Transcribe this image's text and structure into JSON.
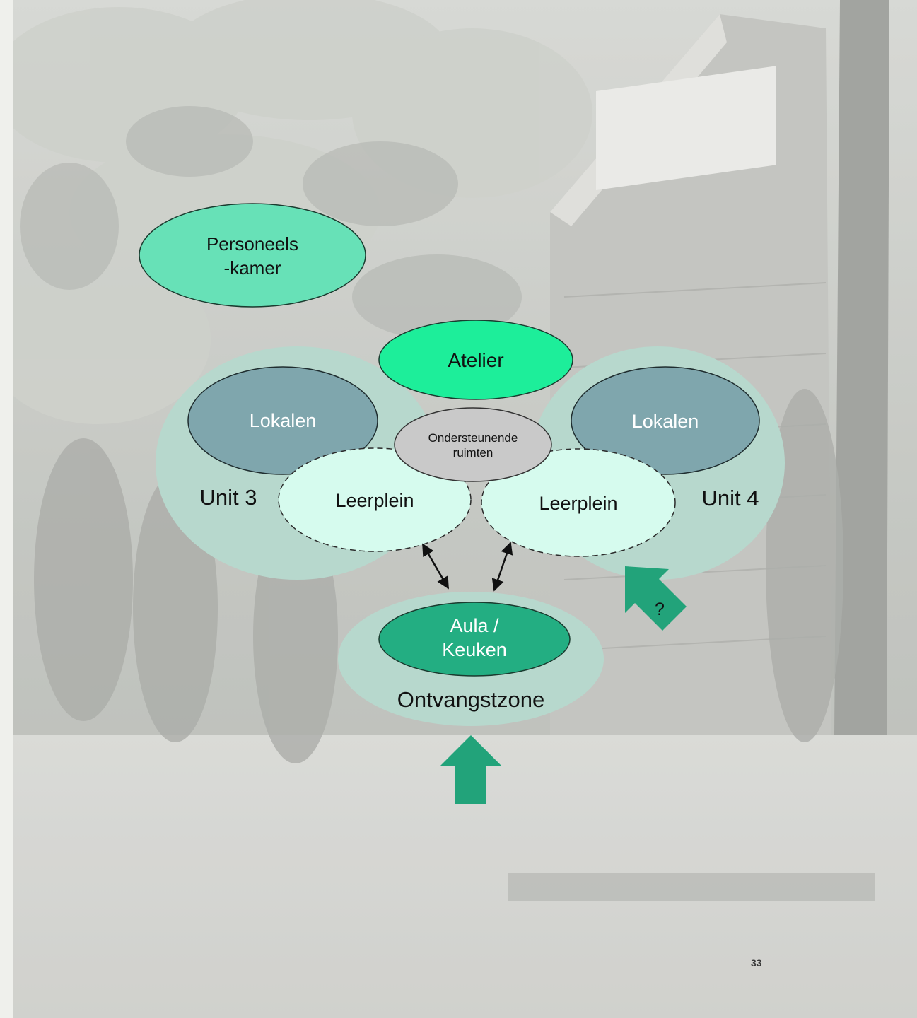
{
  "diagram": {
    "personeelskamer": {
      "line1": "Personeels",
      "line2": "-kamer"
    },
    "atelier": "Atelier",
    "unit3": {
      "label": "Unit 3",
      "lokalen": "Lokalen",
      "leerplein": "Leerplein"
    },
    "unit4": {
      "label": "Unit 4",
      "lokalen": "Lokalen",
      "leerplein": "Leerplein"
    },
    "ondersteunende": {
      "line1": "Ondersteunende",
      "line2": "ruimten"
    },
    "aula": {
      "line1": "Aula /",
      "line2": "Keuken"
    },
    "ontvangstzone": "Ontvangstzone",
    "side_entrance_mark": "?"
  },
  "colors": {
    "unit_fill": "#b7d8cd",
    "lokalen_fill": "#7fa6ad",
    "leerplein_fill": "#d6fbee",
    "atelier_fill": "#1dee9a",
    "personeels_fill": "#67e1b7",
    "ondersteunende_fill": "#c9c9c9",
    "aula_fill": "#23ae82",
    "arrow_fill": "#22a37a"
  },
  "page_number": "33"
}
